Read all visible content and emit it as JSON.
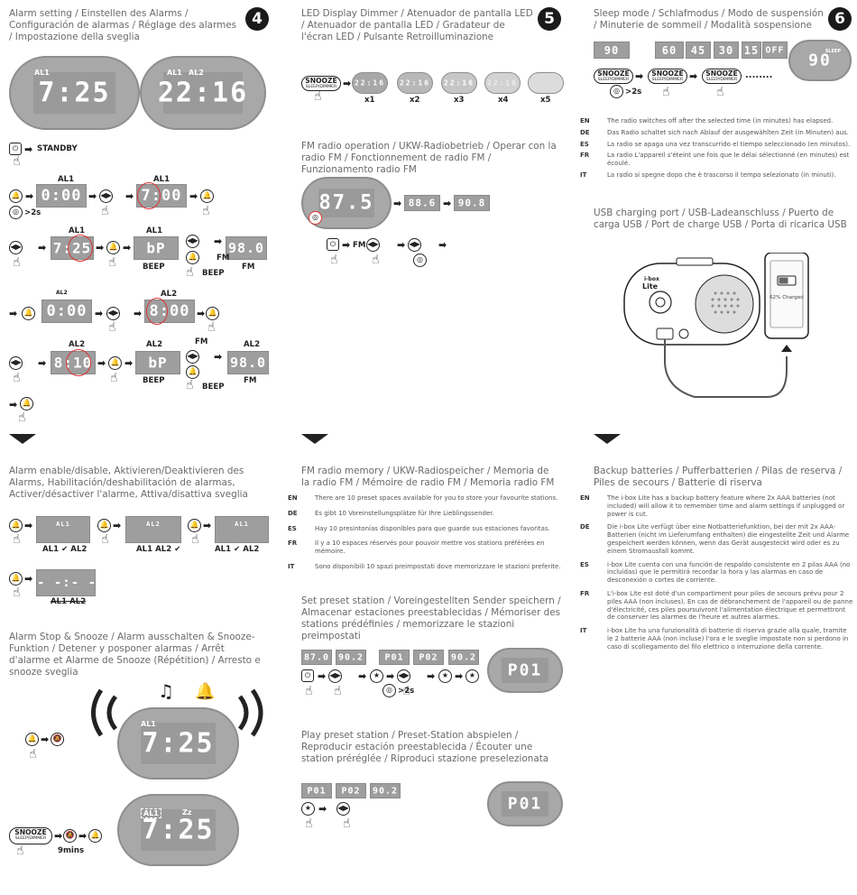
{
  "page_numbers": [
    "4",
    "5",
    "6"
  ],
  "sections": {
    "alarm_setting": {
      "title": "Alarm setting / Einstellen des Alarms / Configuración de alarmas / Réglage des alarmes / Impostazione della sveglia"
    },
    "led_dimmer": {
      "title": "LED Display Dimmer / Atenuador de pantalla LED / Atenuador de pantalla LED / Gradateur de l'écran LED / Pulsante Retroilluminazione"
    },
    "sleep_mode": {
      "title": "Sleep mode / Schlafmodus / Modo de suspensión / Minuterie de sommeil / Modalità sospensione"
    },
    "fm_operation": {
      "title": "FM radio operation / UKW-Radiobetrieb / Operar con la radio FM / Fonctionnement de radio FM / Funzionamento radio FM"
    },
    "usb": {
      "title": "USB charging port / USB-Ladeanschluss / Puerto de carga USB / Port de charge USB / Porta di ricarica USB"
    },
    "alarm_enable": {
      "title": "Alarm enable/disable, Aktivieren/Deaktivieren des Alarms, Habilitación/deshabilitación de alarmas, Activer/désactiver l'alarme, Attiva/disattiva sveglia"
    },
    "fm_memory": {
      "title": "FM radio memory / UKW-Radiospeicher / Memoria de la radio FM / Mémoire de radio FM / Memoria radio FM"
    },
    "backup": {
      "title": "Backup batteries / Pufferbatterien / Pilas de reserva / Piles de secours / Batterie di riserva"
    },
    "stop_snooze": {
      "title": "Alarm Stop & Snooze / Alarm ausschalten & Snooze-Funktion / Detener y posponer alarmas / Arrêt d'alarme et Alarme de Snooze (Répétition) / Arresto e snooze sveglia"
    },
    "set_preset": {
      "title": "Set preset station / Voreingestellten Sender speichern / Almacenar estaciones preestablecidas / Mémoriser des stations prédéfinies / memorizzare le stazioni preimpostati"
    },
    "play_preset": {
      "title": "Play preset station / Preset-Station abspielen / Reproducir estación preestablecida / Écouter une station préréglée / Riproduci stazione preselezionata"
    }
  },
  "labels": {
    "al1": "AL1",
    "al2": "AL2",
    "standby": "STANDBY",
    "beep": "BEEP",
    "fm": "FM",
    "press2s": ">2s",
    "nine_mins": "9mins",
    "zz": "Zz",
    "sleep": "SLEEP",
    "snooze": "SNOOZE",
    "sleep_dimmer": "SLEEP/DIMMER",
    "x1": "x1",
    "x2": "x2",
    "x3": "x3",
    "x4": "x4",
    "x5": "x5",
    "al1_check_al2": "AL1 ✔ AL2",
    "al1_al2_check": "AL1 AL2 ✔",
    "al1_al2": "AL1 AL2",
    "charged": "62% Charged",
    "ibox": "i-box",
    "lite": "Lite",
    "dots": "........"
  },
  "displays": {
    "t725": "7:25",
    "t2216": "22:16",
    "t000": "0:00",
    "t700": "7:00",
    "t725s": "7:25",
    "bp": "bP",
    "f980": "98.0",
    "t800": "8:00",
    "t810": "8:10",
    "f875": "87.5",
    "f886": "88.6",
    "f908": "90.8",
    "f870": "87.0",
    "f902": "90.2",
    "p01": "P01",
    "p02": "P02",
    "s90": "90",
    "s60": "60",
    "s45": "45",
    "s30": "30",
    "s15": "15",
    "soff": "OFF",
    "blank": "- -:- -"
  },
  "sleep_text": [
    {
      "lang": "EN",
      "text": "The radio switches off after the selected time (in minutes) has elapsed."
    },
    {
      "lang": "DE",
      "text": "Das Radio schaltet sich nach Ablauf der ausgewählten Zeit (in Minuten) aus."
    },
    {
      "lang": "ES",
      "text": "La radio se apaga una vez transcurrido el tiempo seleccionado (en minutos)."
    },
    {
      "lang": "FR",
      "text": "La radio L'appareil s'éteint une fois que le délai sélectionné (en minutes) est écoulé."
    },
    {
      "lang": "IT",
      "text": "La radio si spegne dopo che è trascorso il tempo selezionato (in minuti)."
    }
  ],
  "memory_text": [
    {
      "lang": "EN",
      "text": "There are 10 preset spaces available for you to store your favourite stations."
    },
    {
      "lang": "DE",
      "text": "Es gibt 10 Voreinstellungsplätze für Ihre Lieblingssender."
    },
    {
      "lang": "ES",
      "text": "Hay 10 presintonías disponibles para que guarde sus estaciones favoritas."
    },
    {
      "lang": "FR",
      "text": "Il y a 10 espaces réservés pour pouvoir mettre vos stations préférées en mémoire."
    },
    {
      "lang": "IT",
      "text": "Sono disponibili 10 spazi preimpostati dove memorizzare le stazioni preferite."
    }
  ],
  "backup_text": [
    {
      "lang": "EN",
      "text": "The i-box Lite has a backup battery feature where 2x AAA batteries (not included) will allow it to remember time and alarm settings if unplugged or power is cut."
    },
    {
      "lang": "DE",
      "text": "Die i-box Lite verfügt über eine Notbatteriefunktion, bei der mit 2x AAA-Batterien (nicht im Lieferumfang enthalten) die eingestellte Zeit und Alarme gespeichert werden können, wenn das Gerät ausgesteckt wird oder es zu einem Stromausfall kommt."
    },
    {
      "lang": "ES",
      "text": "i-box Lite cuenta con una función de respaldo consistente en 2 pilas AAA (no incluidas) que le permitirá recordar la hora y las alarmas en caso de desconexión o cortes de corriente."
    },
    {
      "lang": "FR",
      "text": "L'i-box Lite est doté d'un compartiment pour piles de secours prévu pour 2 piles AAA (non incluses). En cas de débranchement de l'appareil ou de panne d'électricité, ces piles poursuivront l'alimentation électrique et permettront de conserver les alarmes de l'heure et autres alarmes."
    },
    {
      "lang": "IT",
      "text": "i-box Lite ha una funzionalità di batterie di riserva grazie alla quale, tramite le 2 batterie AAA (non incluse) l'ora e le sveglie impostate non si perdono in caso di scollegamento del filo elettrico o interruzione della corrente."
    }
  ],
  "icons": {
    "bell": "bell-icon",
    "prev_next": "prev-next-icon",
    "power": "power-icon",
    "star": "star-icon",
    "hand": "hand-icon",
    "arrow": "arrow-icon",
    "dial": "dial-icon"
  },
  "colors": {
    "display": "#9e9e9e",
    "highlight_ring": "#dd3333",
    "ink": "#222222"
  }
}
